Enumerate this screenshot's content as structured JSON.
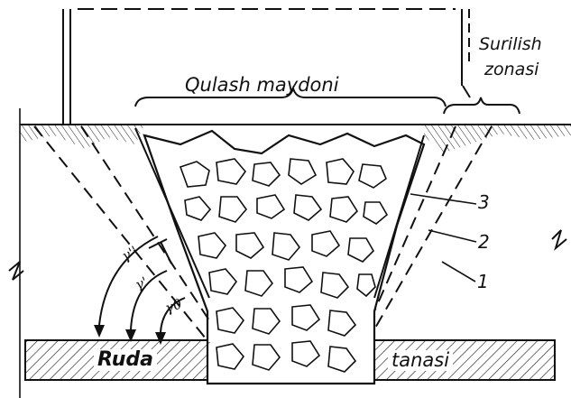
{
  "labels": {
    "caving_area": "Qulash maydoni",
    "subsidence_line1": "Surilish",
    "subsidence_line2": "zonasi",
    "ore": "Ruda",
    "body": "tanasi",
    "n3": "3",
    "n2": "2",
    "n1": "1"
  },
  "angles": {
    "a1": "γ''",
    "a2": "γ'",
    "a3": "γ0"
  },
  "colors": {
    "ink": "#111111",
    "paper": "#ffffff"
  }
}
